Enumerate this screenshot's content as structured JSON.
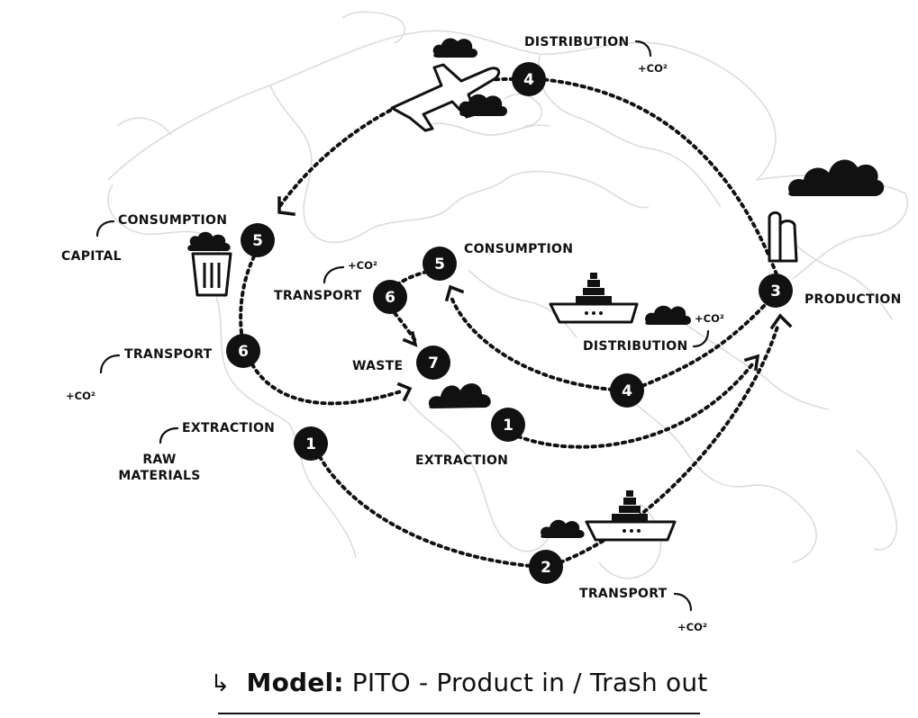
{
  "outer_loop": {
    "steps": [
      {
        "num": "1",
        "title": "EXTRACTION",
        "sub": "RAW\nMATERIALS"
      },
      {
        "num": "2",
        "title": "TRANSPORT",
        "co2": "+CO²"
      },
      {
        "num": "3",
        "title": "PRODUCTION"
      },
      {
        "num": "4",
        "title": "DISTRIBUTION",
        "co2": "+CO²"
      },
      {
        "num": "5",
        "title": "CONSUMPTION",
        "sub": "CAPITAL"
      },
      {
        "num": "6",
        "title": "TRANSPORT",
        "co2": "+CO²"
      }
    ],
    "raw_line1": "RAW",
    "raw_line2": "MATERIALS"
  },
  "inner_loop": {
    "steps": [
      {
        "num": "1",
        "title": "EXTRACTION"
      },
      {
        "num": "4",
        "title": "DISTRIBUTION",
        "co2": "+CO²"
      },
      {
        "num": "5",
        "title": "CONSUMPTION"
      },
      {
        "num": "6",
        "title": "TRANSPORT",
        "co2": "+CO²"
      },
      {
        "num": "7",
        "title": "WASTE"
      }
    ]
  },
  "icons": [
    "airplane-icon",
    "cloud-icon",
    "factory-icon",
    "cargo-ship-icon",
    "trash-bin-icon"
  ],
  "colors": {
    "ink": "#111111",
    "map": "#dcdcdc",
    "background": "#ffffff"
  },
  "title": {
    "arrow": "↳",
    "bold": "Model:",
    "rest": " PITO - Product in / Trash out"
  }
}
